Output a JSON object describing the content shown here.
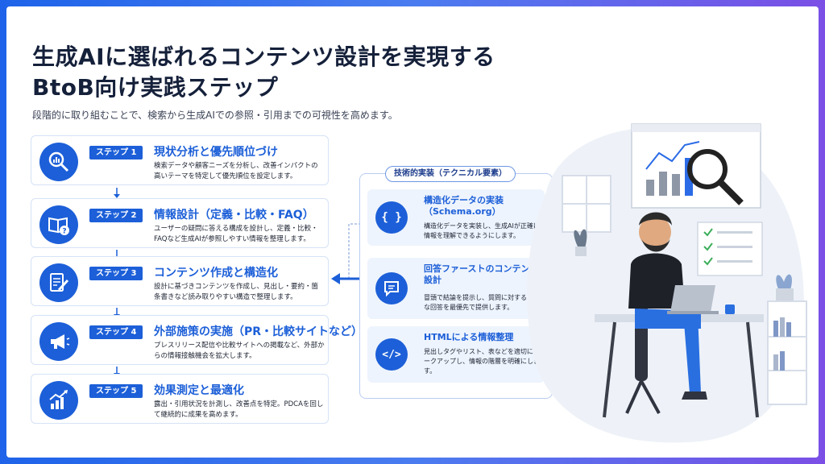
{
  "title_line1": "生成AIに選ばれるコンテンツ設計を実現する",
  "title_line2": "BtoB向け実践ステップ",
  "subtitle": "段階的に取り組むことで、検索から生成AIでの参照・引用までの可視性を高めます。",
  "steps": [
    {
      "badge": "ステップ 1",
      "title": "現状分析と優先順位づけ",
      "desc": "検索データや顧客ニーズを分析し、改善インパクトの高いテーマを特定して優先順位を設定します。",
      "icon": "magnifier-chart-icon"
    },
    {
      "badge": "ステップ 2",
      "title": "情報設計（定義・比較・FAQ）",
      "desc": "ユーザーの疑問に答える構成を設計し、定義・比較・FAQなど生成AIが参照しやすい情報を整理します。",
      "icon": "book-question-icon"
    },
    {
      "badge": "ステップ 3",
      "title": "コンテンツ作成と構造化",
      "desc": "設計に基づきコンテンツを作成し、見出し・要約・箇条書きなど読み取りやすい構造で整理します。",
      "icon": "document-pen-icon"
    },
    {
      "badge": "ステップ 4",
      "title": "外部施策の実施（PR・比較サイトなど）",
      "desc": "プレスリリース配信や比較サイトへの掲載など、外部からの情報接触機会を拡大します。",
      "icon": "megaphone-icon"
    },
    {
      "badge": "ステップ 5",
      "title": "効果測定と最適化",
      "desc": "露出・引用状況を計測し、改善点を特定。PDCAを回して継続的に成果を高めます。",
      "icon": "growth-chart-icon"
    }
  ],
  "tech": {
    "label": "技術的実装（テクニカル要素）",
    "cards": [
      {
        "title": "構造化データの実装（Schema.org）",
        "desc": "構造化データを実装し、生成AIが正確に情報を理解できるようにします。",
        "glyph": "{ }",
        "icon": "braces-icon"
      },
      {
        "title": "回答ファーストのコンテンツ設計",
        "desc": "冒頭で結論を提示し、質問に対する明確な回答を最優先で提供します。",
        "glyph": "",
        "icon": "chat-bubble-icon"
      },
      {
        "title": "HTMLによる情報整理",
        "desc": "見出しタグやリスト、表などを適切にマークアップし、情報の階層を明確にします。",
        "glyph": "</>",
        "icon": "code-icon"
      }
    ]
  },
  "colors": {
    "primary": "#1c5fd8",
    "title": "#15203a",
    "card_bg": "#eef4fd"
  }
}
